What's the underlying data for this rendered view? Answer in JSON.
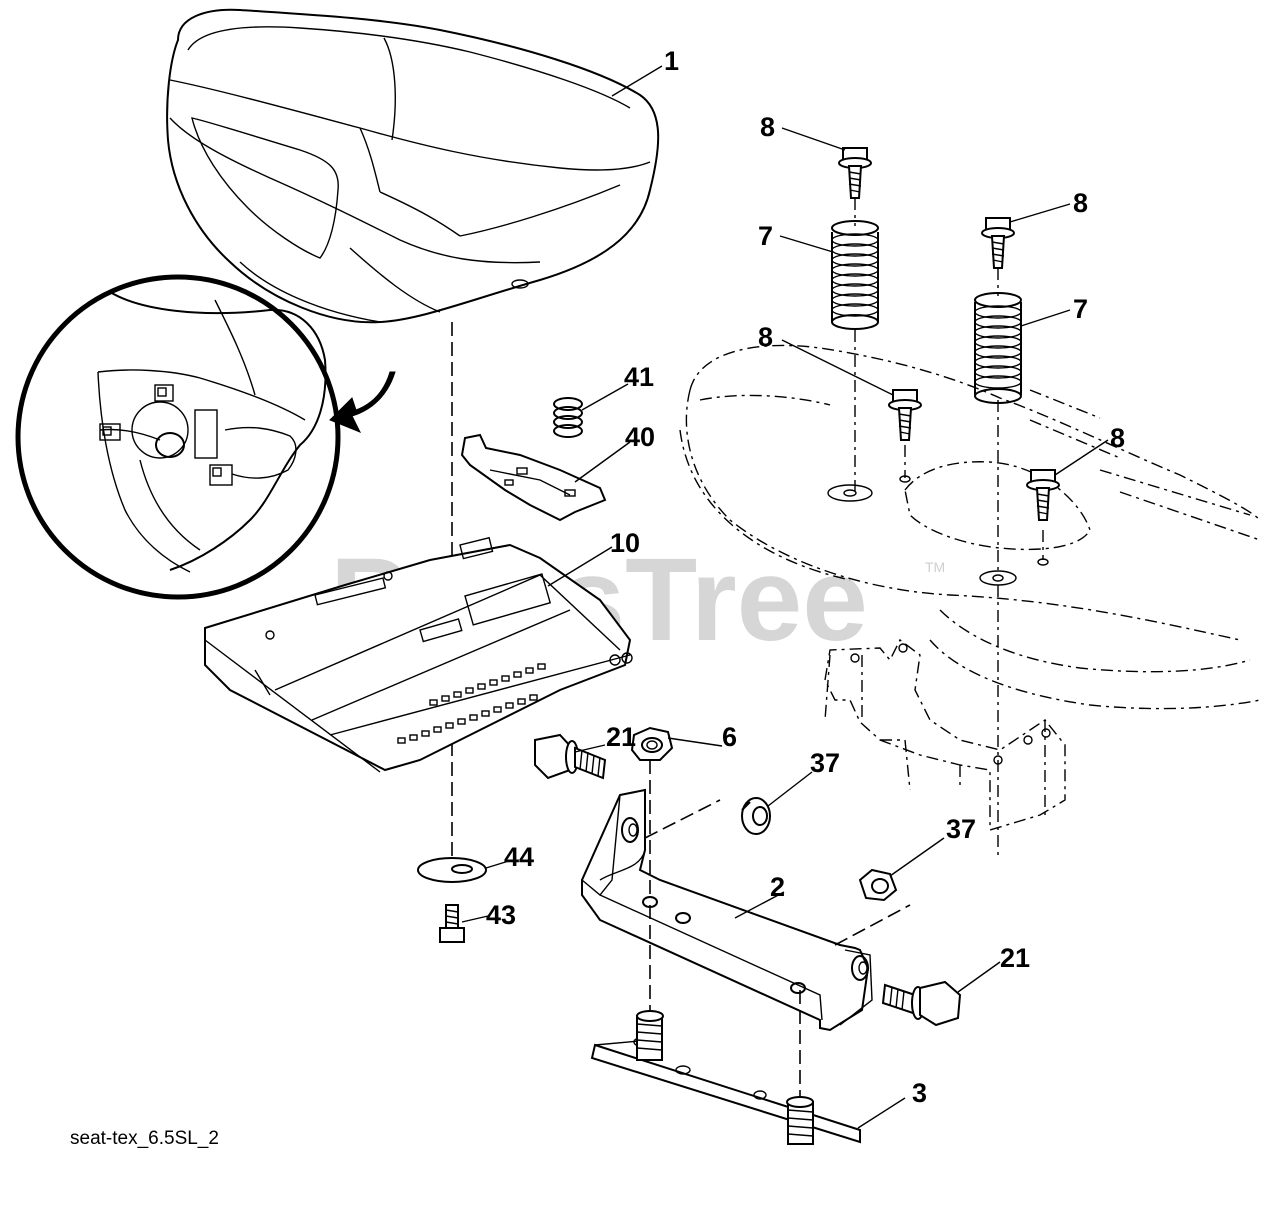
{
  "diagram_code": "seat-tex_6.5SL_2",
  "watermark": "PartsTree",
  "watermark_tm": "TM",
  "callouts": [
    {
      "id": "seat",
      "label": "1"
    },
    {
      "id": "bolt-a",
      "label": "8"
    },
    {
      "id": "bolt-b",
      "label": "8"
    },
    {
      "id": "bolt-c",
      "label": "8"
    },
    {
      "id": "bolt-d",
      "label": "8"
    },
    {
      "id": "spring-a",
      "label": "7"
    },
    {
      "id": "spring-b",
      "label": "7"
    },
    {
      "id": "small-spring",
      "label": "41"
    },
    {
      "id": "clip",
      "label": "40"
    },
    {
      "id": "seat-pan",
      "label": "10"
    },
    {
      "id": "shoulder-bolt-a",
      "label": "21"
    },
    {
      "id": "nut",
      "label": "6"
    },
    {
      "id": "spacer-a",
      "label": "37"
    },
    {
      "id": "spacer-b",
      "label": "37"
    },
    {
      "id": "washer",
      "label": "44"
    },
    {
      "id": "screw",
      "label": "43"
    },
    {
      "id": "bracket",
      "label": "2"
    },
    {
      "id": "shoulder-bolt-b",
      "label": "21"
    },
    {
      "id": "plate",
      "label": "3"
    }
  ]
}
